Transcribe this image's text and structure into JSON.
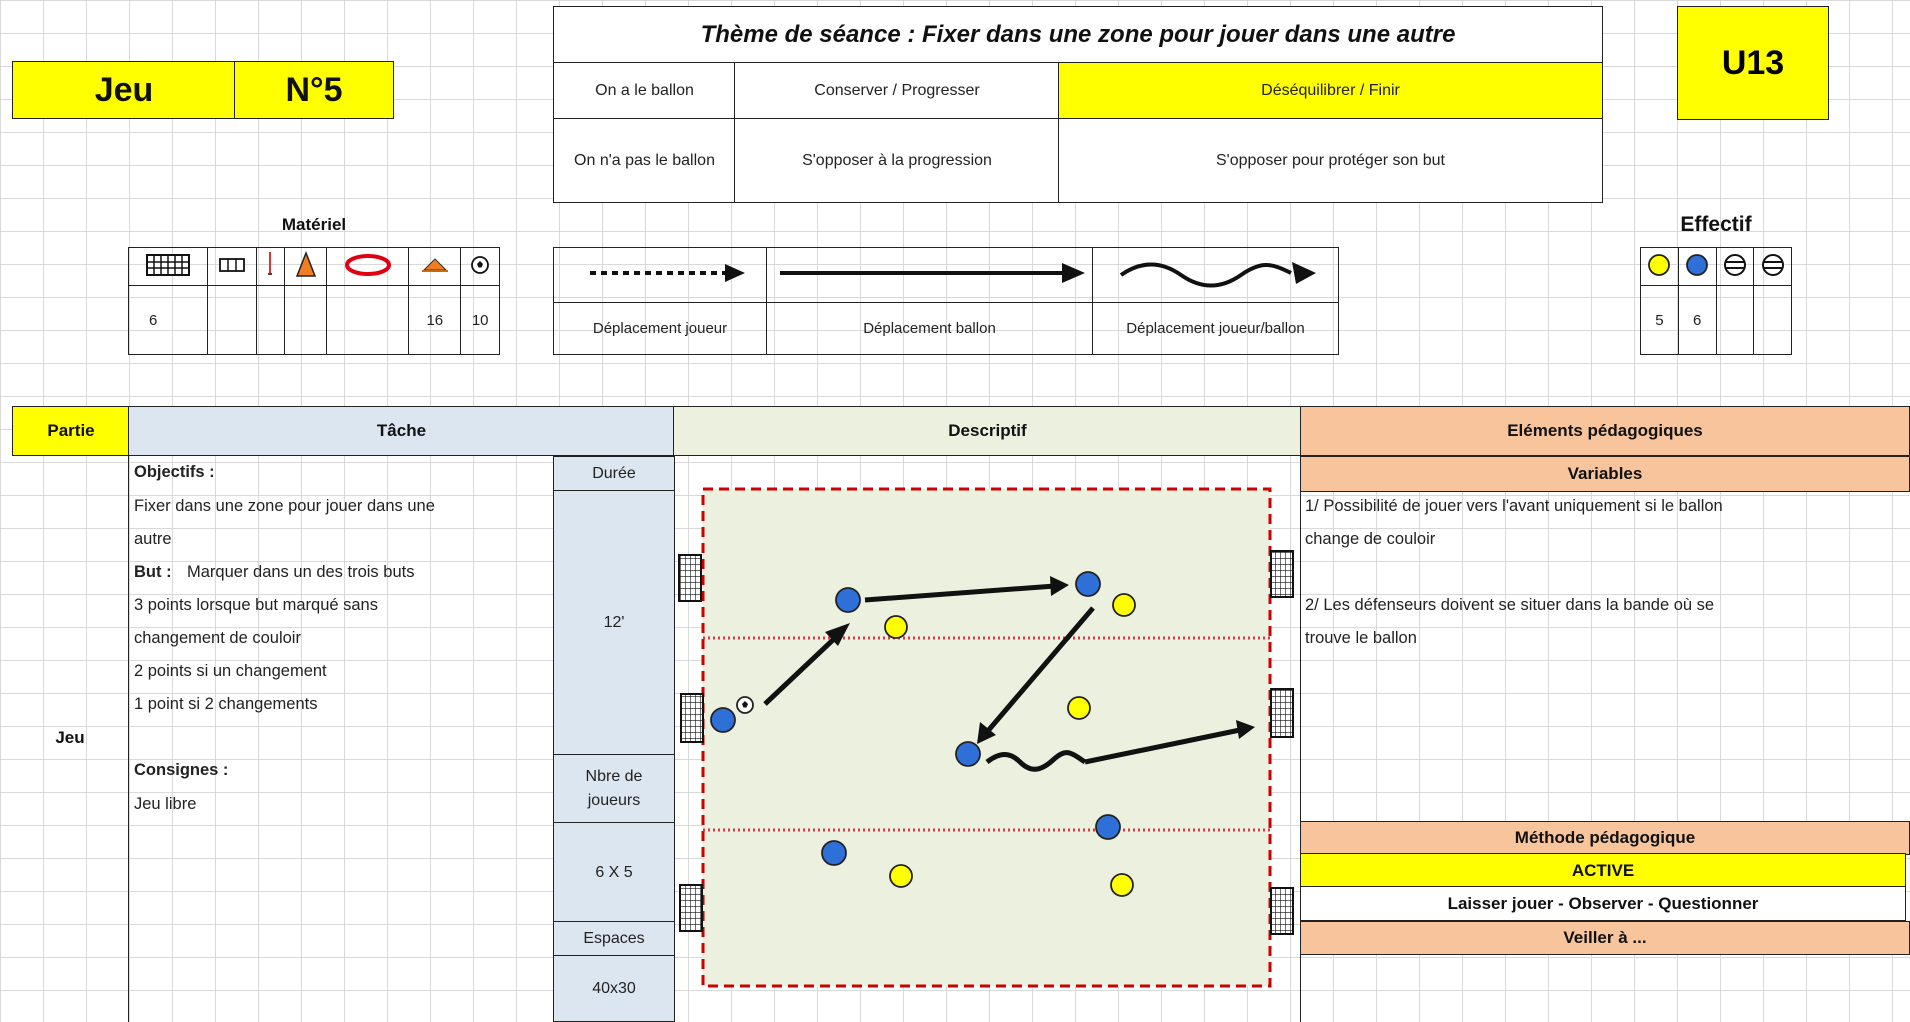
{
  "header": {
    "jeu_label": "Jeu",
    "numero": "N°5",
    "theme": "Thème de séance : Fixer dans une zone pour jouer dans une autre",
    "age_category": "U13",
    "phases": [
      {
        "situation": "On a le ballon",
        "col2": "Conserver / Progresser",
        "col3": "Déséquilibrer / Finir"
      },
      {
        "situation": "On n'a pas le ballon",
        "col2": "S'opposer à la progression",
        "col3": "S'opposer pour protéger son but"
      }
    ]
  },
  "materiel": {
    "title": "Matériel",
    "items": [
      {
        "icon": "goal-grid-icon",
        "qty": "6"
      },
      {
        "icon": "small-goal-icon",
        "qty": ""
      },
      {
        "icon": "pole-icon",
        "qty": ""
      },
      {
        "icon": "cone-icon",
        "qty": ""
      },
      {
        "icon": "hoop-icon",
        "qty": ""
      },
      {
        "icon": "marker-cone-icon",
        "qty": "16"
      },
      {
        "icon": "ball-icon",
        "qty": "10"
      }
    ]
  },
  "legend": {
    "items": [
      {
        "icon": "dotted-arrow-icon",
        "label": "Déplacement joueur"
      },
      {
        "icon": "solid-arrow-icon",
        "label": "Déplacement ballon"
      },
      {
        "icon": "wavy-arrow-icon",
        "label": "Déplacement joueur/ballon"
      }
    ]
  },
  "effectif": {
    "title": "Effectif",
    "items": [
      {
        "icon": "yellow-player-icon",
        "color": "#ffff00",
        "qty": "5"
      },
      {
        "icon": "blue-player-icon",
        "color": "#2f6fd8",
        "qty": "6"
      },
      {
        "icon": "neutral-player-icon",
        "qty": ""
      },
      {
        "icon": "neutral-player-icon",
        "qty": ""
      }
    ]
  },
  "table_headers": {
    "partie": "Partie",
    "tache": "Tâche",
    "descriptif": "Descriptif",
    "elements": "Eléments pédagogiques"
  },
  "partie_value": "Jeu",
  "tache": {
    "objectifs_label": "Objectifs :",
    "objectif_line1": "Fixer dans une zone pour jouer dans une",
    "objectif_line2": "autre",
    "but_label": "But :",
    "but_text": "Marquer dans un des trois buts",
    "scoring": [
      "3 points lorsque but marqué sans",
      "changement de couloir",
      "2 points si un changement",
      "1 point si 2 changements"
    ],
    "consignes_label": "Consignes :",
    "consignes_text": "Jeu libre"
  },
  "parameters": {
    "duree_label": "Durée",
    "duree_value": "12'",
    "nbre_label_1": "Nbre de",
    "nbre_label_2": "joueurs",
    "nbre_value": "6 X 5",
    "espaces_label": "Espaces",
    "espaces_value": "40x30"
  },
  "pedagogie": {
    "variables_label": "Variables",
    "variable1_line1": "1/ Possibilité de jouer vers l'avant uniquement si le ballon",
    "variable1_line2": "change de couloir",
    "variable2_line1": "2/ Les défenseurs doivent se situer dans la bande où se",
    "variable2_line2": "trouve le ballon",
    "methode_label": "Méthode pédagogique",
    "methode_value": "ACTIVE",
    "methode_desc": "Laisser jouer - Observer - Questionner",
    "veiller_label": "Veiller à ..."
  },
  "colors": {
    "highlight_yellow": "#ffff00",
    "tache_header": "#dce6f1",
    "descriptif_header": "#ebf1de",
    "elements_header": "#f8c49c",
    "pitch": "#ebf1de",
    "pitch_border": "#cc0000",
    "team_blue": "#2f6fd8",
    "team_yellow": "#ffff00"
  }
}
